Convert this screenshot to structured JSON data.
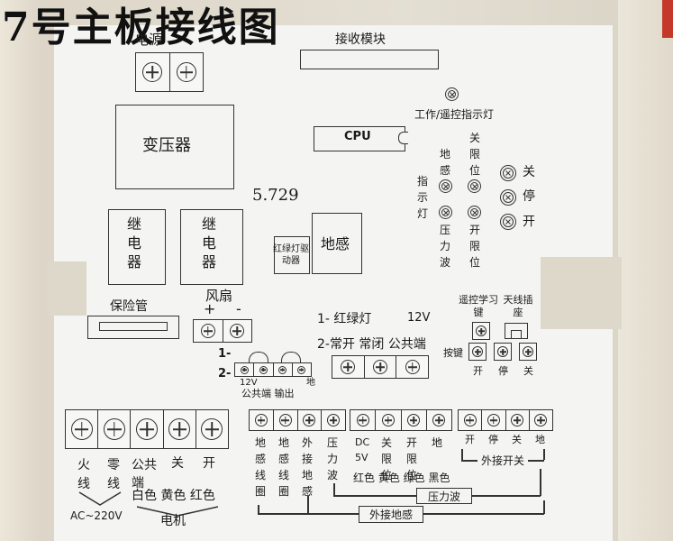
{
  "title": "7号主板接线图",
  "top": {
    "power_label": "电源",
    "receiver_module": "接收模块"
  },
  "led_work": "工作/遥控指示灯",
  "transformer": "变压器",
  "cpu": "CPU",
  "model": "5.729",
  "relay1": "继电器",
  "relay2": "继电器",
  "driver": "红绿灯驱动器",
  "ground_sense": "地感",
  "indicators": {
    "ground": "地感",
    "indicator": "指示灯",
    "pressure": "压力波",
    "close_limit": "关限位",
    "open_limit": "开限位"
  },
  "buttons": {
    "close": "关",
    "stop": "停",
    "open": "开"
  },
  "fuse": "保险管",
  "fan": {
    "label": "风扇",
    "plus": "+",
    "minus": "-"
  },
  "traffic_light": {
    "one": "1- 红绿灯",
    "volt": "12V",
    "two": "2-常开 常闭 公共端"
  },
  "jumper": {
    "one": "1-",
    "two": "2-",
    "v12": "12V",
    "common": "公共端 输出",
    "gnd": "地"
  },
  "remote": {
    "learn": "遥控学习键",
    "antenna": "天线插座",
    "key": "按键"
  },
  "key_labels": {
    "open": "开",
    "stop": "停",
    "close": "关"
  },
  "mains": {
    "fire": "火线",
    "zero": "零线",
    "common": "公共端",
    "close": "关",
    "open": "开",
    "ac": "AC~220V",
    "colors": "白色 黄色 红色",
    "motor": "电机"
  },
  "lower": {
    "g1": [
      "地感线圈",
      "地感线圈",
      "外接地感",
      "压力波"
    ],
    "g2": [
      "DC 5V",
      "关限位",
      "开限位",
      "地"
    ],
    "g3": [
      "开",
      "停",
      "关",
      "地"
    ],
    "colors": "红色 黄色 绿色 黑色",
    "pressure": "压力波",
    "ext_switch": "外接开关",
    "ext_ground": "外接地感"
  }
}
